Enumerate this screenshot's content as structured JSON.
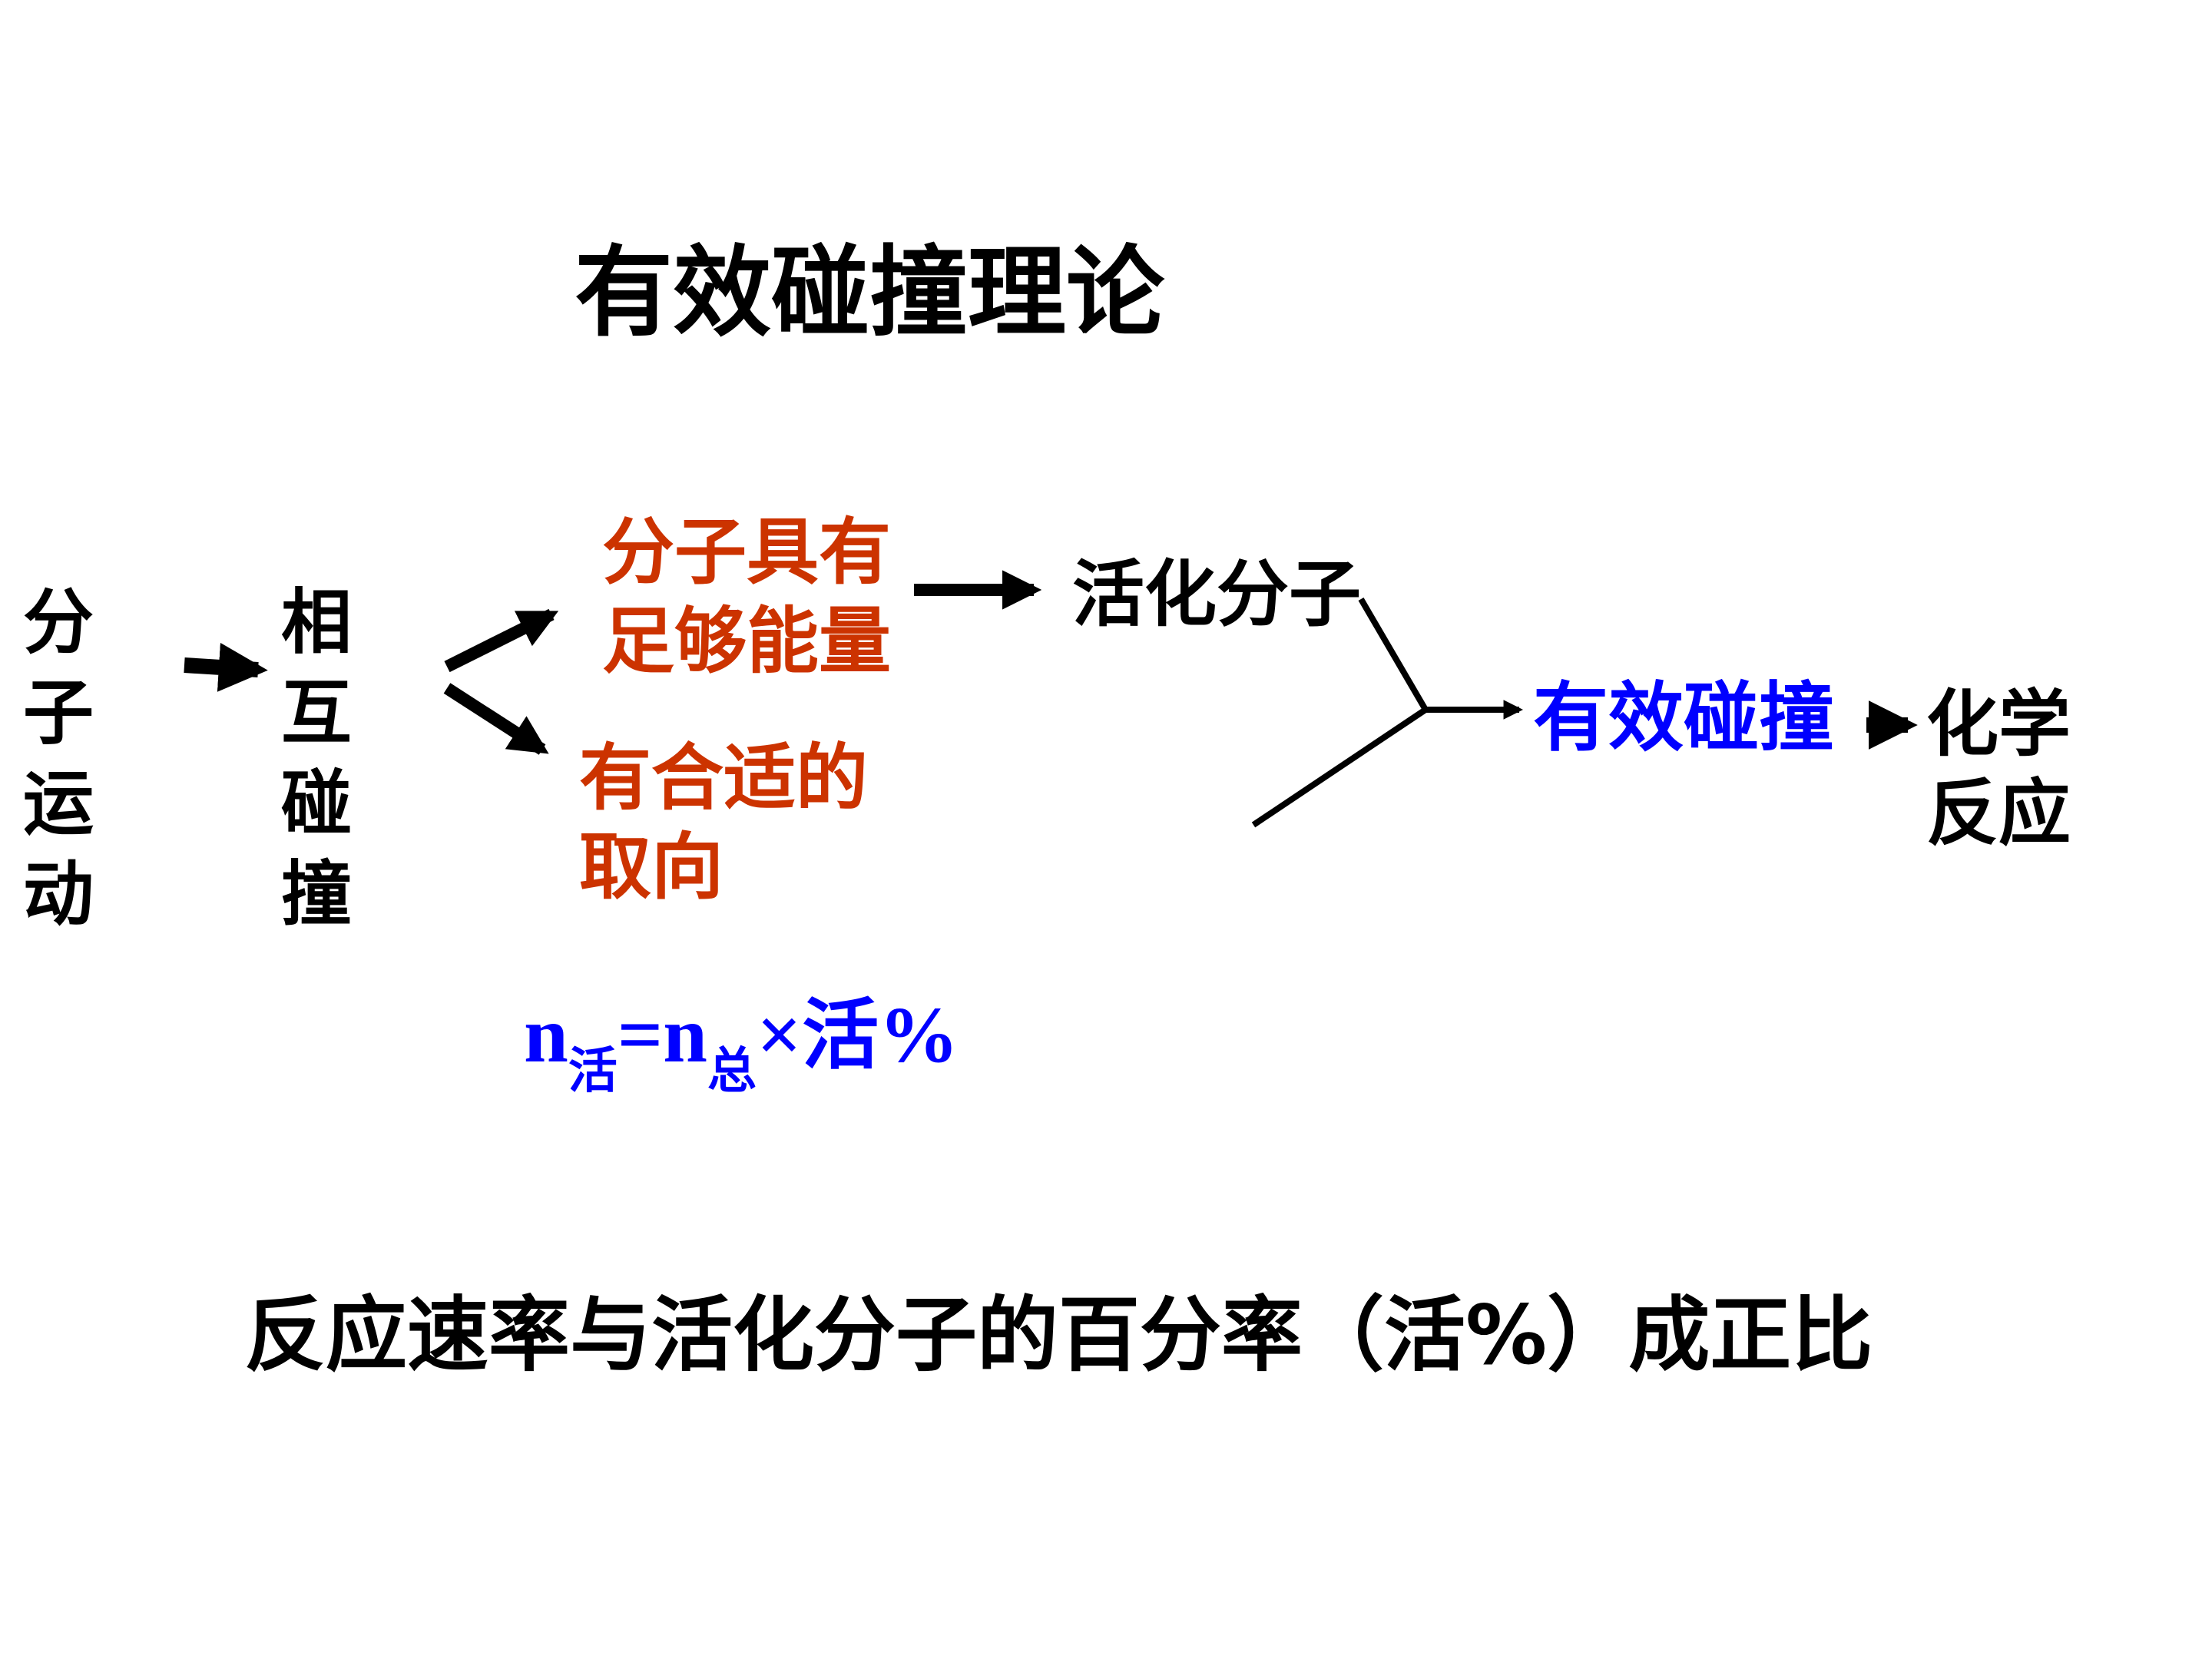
{
  "title": "有效碰撞理论",
  "molecular_motion": [
    "分",
    "子",
    "运",
    "动"
  ],
  "mutual_collision": [
    "相",
    "互",
    "碰",
    "撞"
  ],
  "sufficient_energy": [
    "分子具有",
    "足够能量"
  ],
  "suitable_orientation": [
    "有合适的",
    "取向"
  ],
  "activated_molecule": "活化分子",
  "effective_collision": "有效碰撞",
  "chemical_reaction": [
    "化学",
    "反应"
  ],
  "formula": {
    "n1": "n",
    "sub1": "活",
    "eq": "=",
    "n2": "n",
    "sub2": "总",
    "times": "×",
    "active": "活",
    "percent": "%"
  },
  "conclusion": "反应速率与活化分子的百分率（活%）成正比",
  "colors": {
    "text": "#000000",
    "highlight_orange": "#cc3300",
    "highlight_blue": "#0000ff"
  }
}
